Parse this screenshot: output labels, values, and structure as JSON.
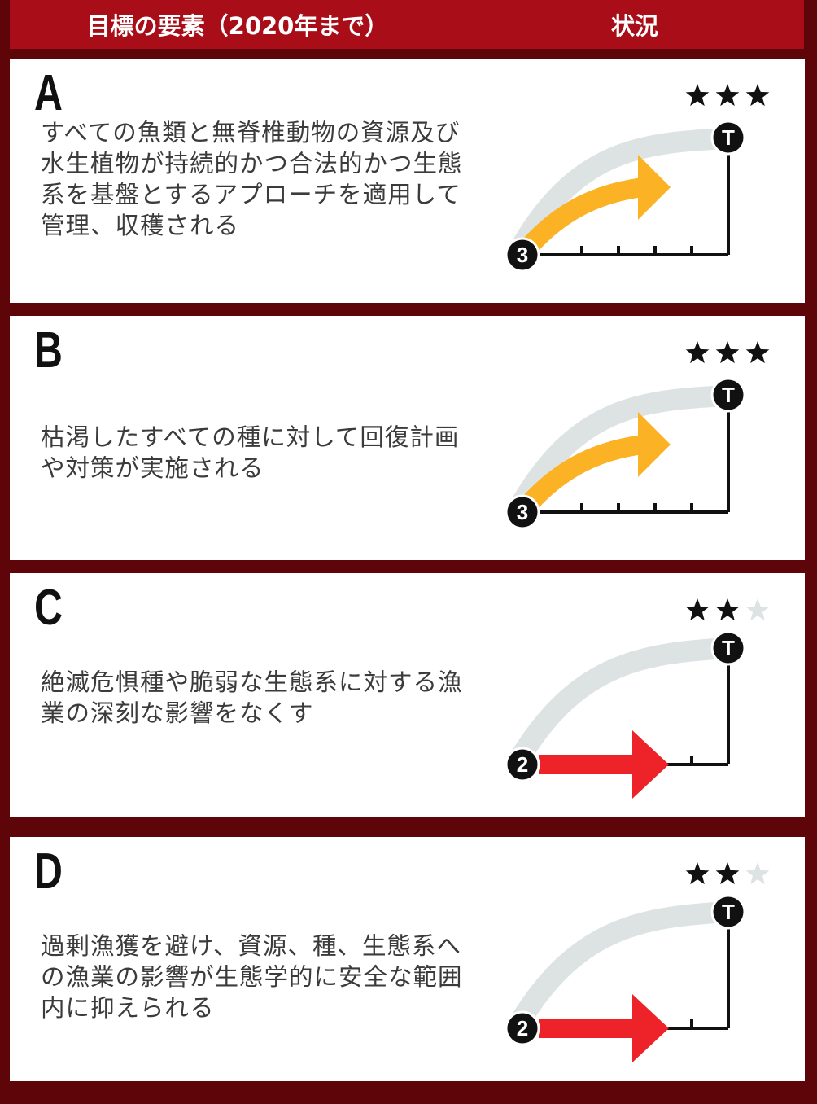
{
  "header": {
    "left": "目標の要素（2020年まで）",
    "right": "状況"
  },
  "colors": {
    "background": "#5e0509",
    "header": "#a80d18",
    "progress_good": "#fbb325",
    "progress_poor": "#ee2329",
    "target_curve": "#dde3e3",
    "star_filled": "#111111",
    "star_empty": "#dde3e3"
  },
  "targets": [
    {
      "letter": "A",
      "description": "すべての魚類と無脊椎動物の資源及び水生植物が持続的かつ合法的かつ生態系を基盤とするアプローチを適用して管理、収穫される",
      "start_level": "3",
      "target_label": "T",
      "stars": 3,
      "stars_max": 3,
      "progress_color": "orange"
    },
    {
      "letter": "B",
      "description": "枯渇したすべての種に対して回復計画や対策が実施される",
      "start_level": "3",
      "target_label": "T",
      "stars": 3,
      "stars_max": 3,
      "progress_color": "orange"
    },
    {
      "letter": "C",
      "description": "絶滅危惧種や脆弱な生態系に対する漁業の深刻な影響をなくす",
      "start_level": "2",
      "target_label": "T",
      "stars": 2,
      "stars_max": 3,
      "progress_color": "red"
    },
    {
      "letter": "D",
      "description": "過剰漁獲を避け、資源、種、生態系への漁業の影響が生態学的に安全な範囲内に抑えられる",
      "start_level": "2",
      "target_label": "T",
      "stars": 2,
      "stars_max": 3,
      "progress_color": "red"
    }
  ]
}
